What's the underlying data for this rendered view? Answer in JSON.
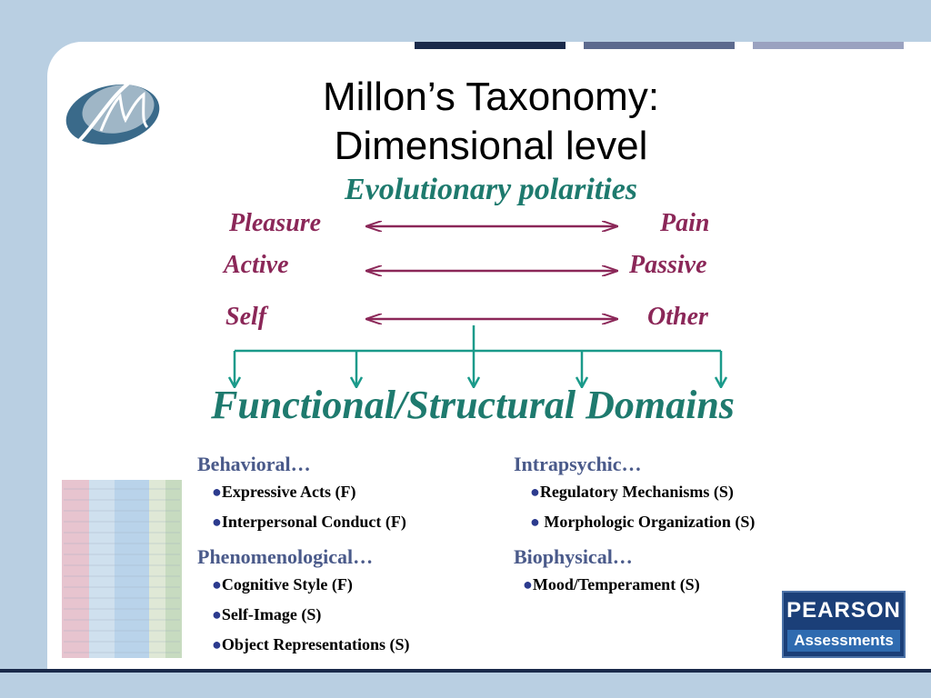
{
  "title_line1": "Millon’s Taxonomy:",
  "title_line2": "Dimensional level",
  "subtitle": "Evolutionary polarities",
  "polarities": [
    {
      "left": "Pleasure",
      "right": "Pain"
    },
    {
      "left": "Active",
      "right": "Passive"
    },
    {
      "left": "Self",
      "right": "Other"
    }
  ],
  "domains_heading": "Functional/Structural Domains",
  "categories": [
    {
      "label": "Behavioral…",
      "items": [
        "Expressive Acts (F)",
        "Interpersonal Conduct (F)"
      ]
    },
    {
      "label": "Intrapsychic…",
      "items": [
        "Regulatory Mechanisms (S)",
        " Morphologic Organization (S)"
      ]
    },
    {
      "label": "Phenomenological…",
      "items": [
        "Cognitive Style (F)",
        "Self-Image (S)",
        "Object Representations (S)"
      ]
    },
    {
      "label": "Biophysical…",
      "items": [
        "Mood/Temperament (S)"
      ]
    }
  ],
  "bullet": "●",
  "pearson": {
    "name": "PEARSON",
    "sub": "Assessments"
  },
  "colors": {
    "accent_teal": "#1e7a6e",
    "polarity": "#8b2758",
    "category": "#4a5a8a",
    "navy": "#1a2a4a"
  }
}
